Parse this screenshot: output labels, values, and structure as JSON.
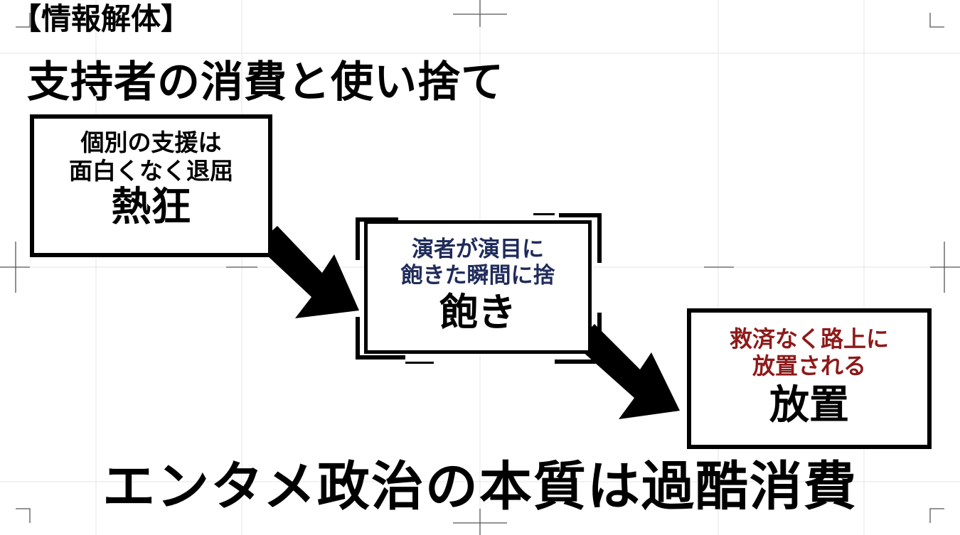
{
  "header": {
    "tag": "【情報解体】",
    "title": "支持者の消費と使い捨て"
  },
  "steps": [
    {
      "line1": "個別の支援は",
      "line2": "面白くなく退屈",
      "label": "熱狂"
    },
    {
      "line1": "演者が演目に",
      "line2": "飽きた瞬間に捨",
      "label": "飽き"
    },
    {
      "line1": "救済なく路上に",
      "line2": "放置される",
      "label": "放置"
    }
  ],
  "footer": {
    "conclusion": "エンタメ政治の本質は過酷消費"
  },
  "colors": {
    "step2_text": "#1f2b5a",
    "step3_text": "#8e1a1a",
    "arrow": "#000000"
  }
}
